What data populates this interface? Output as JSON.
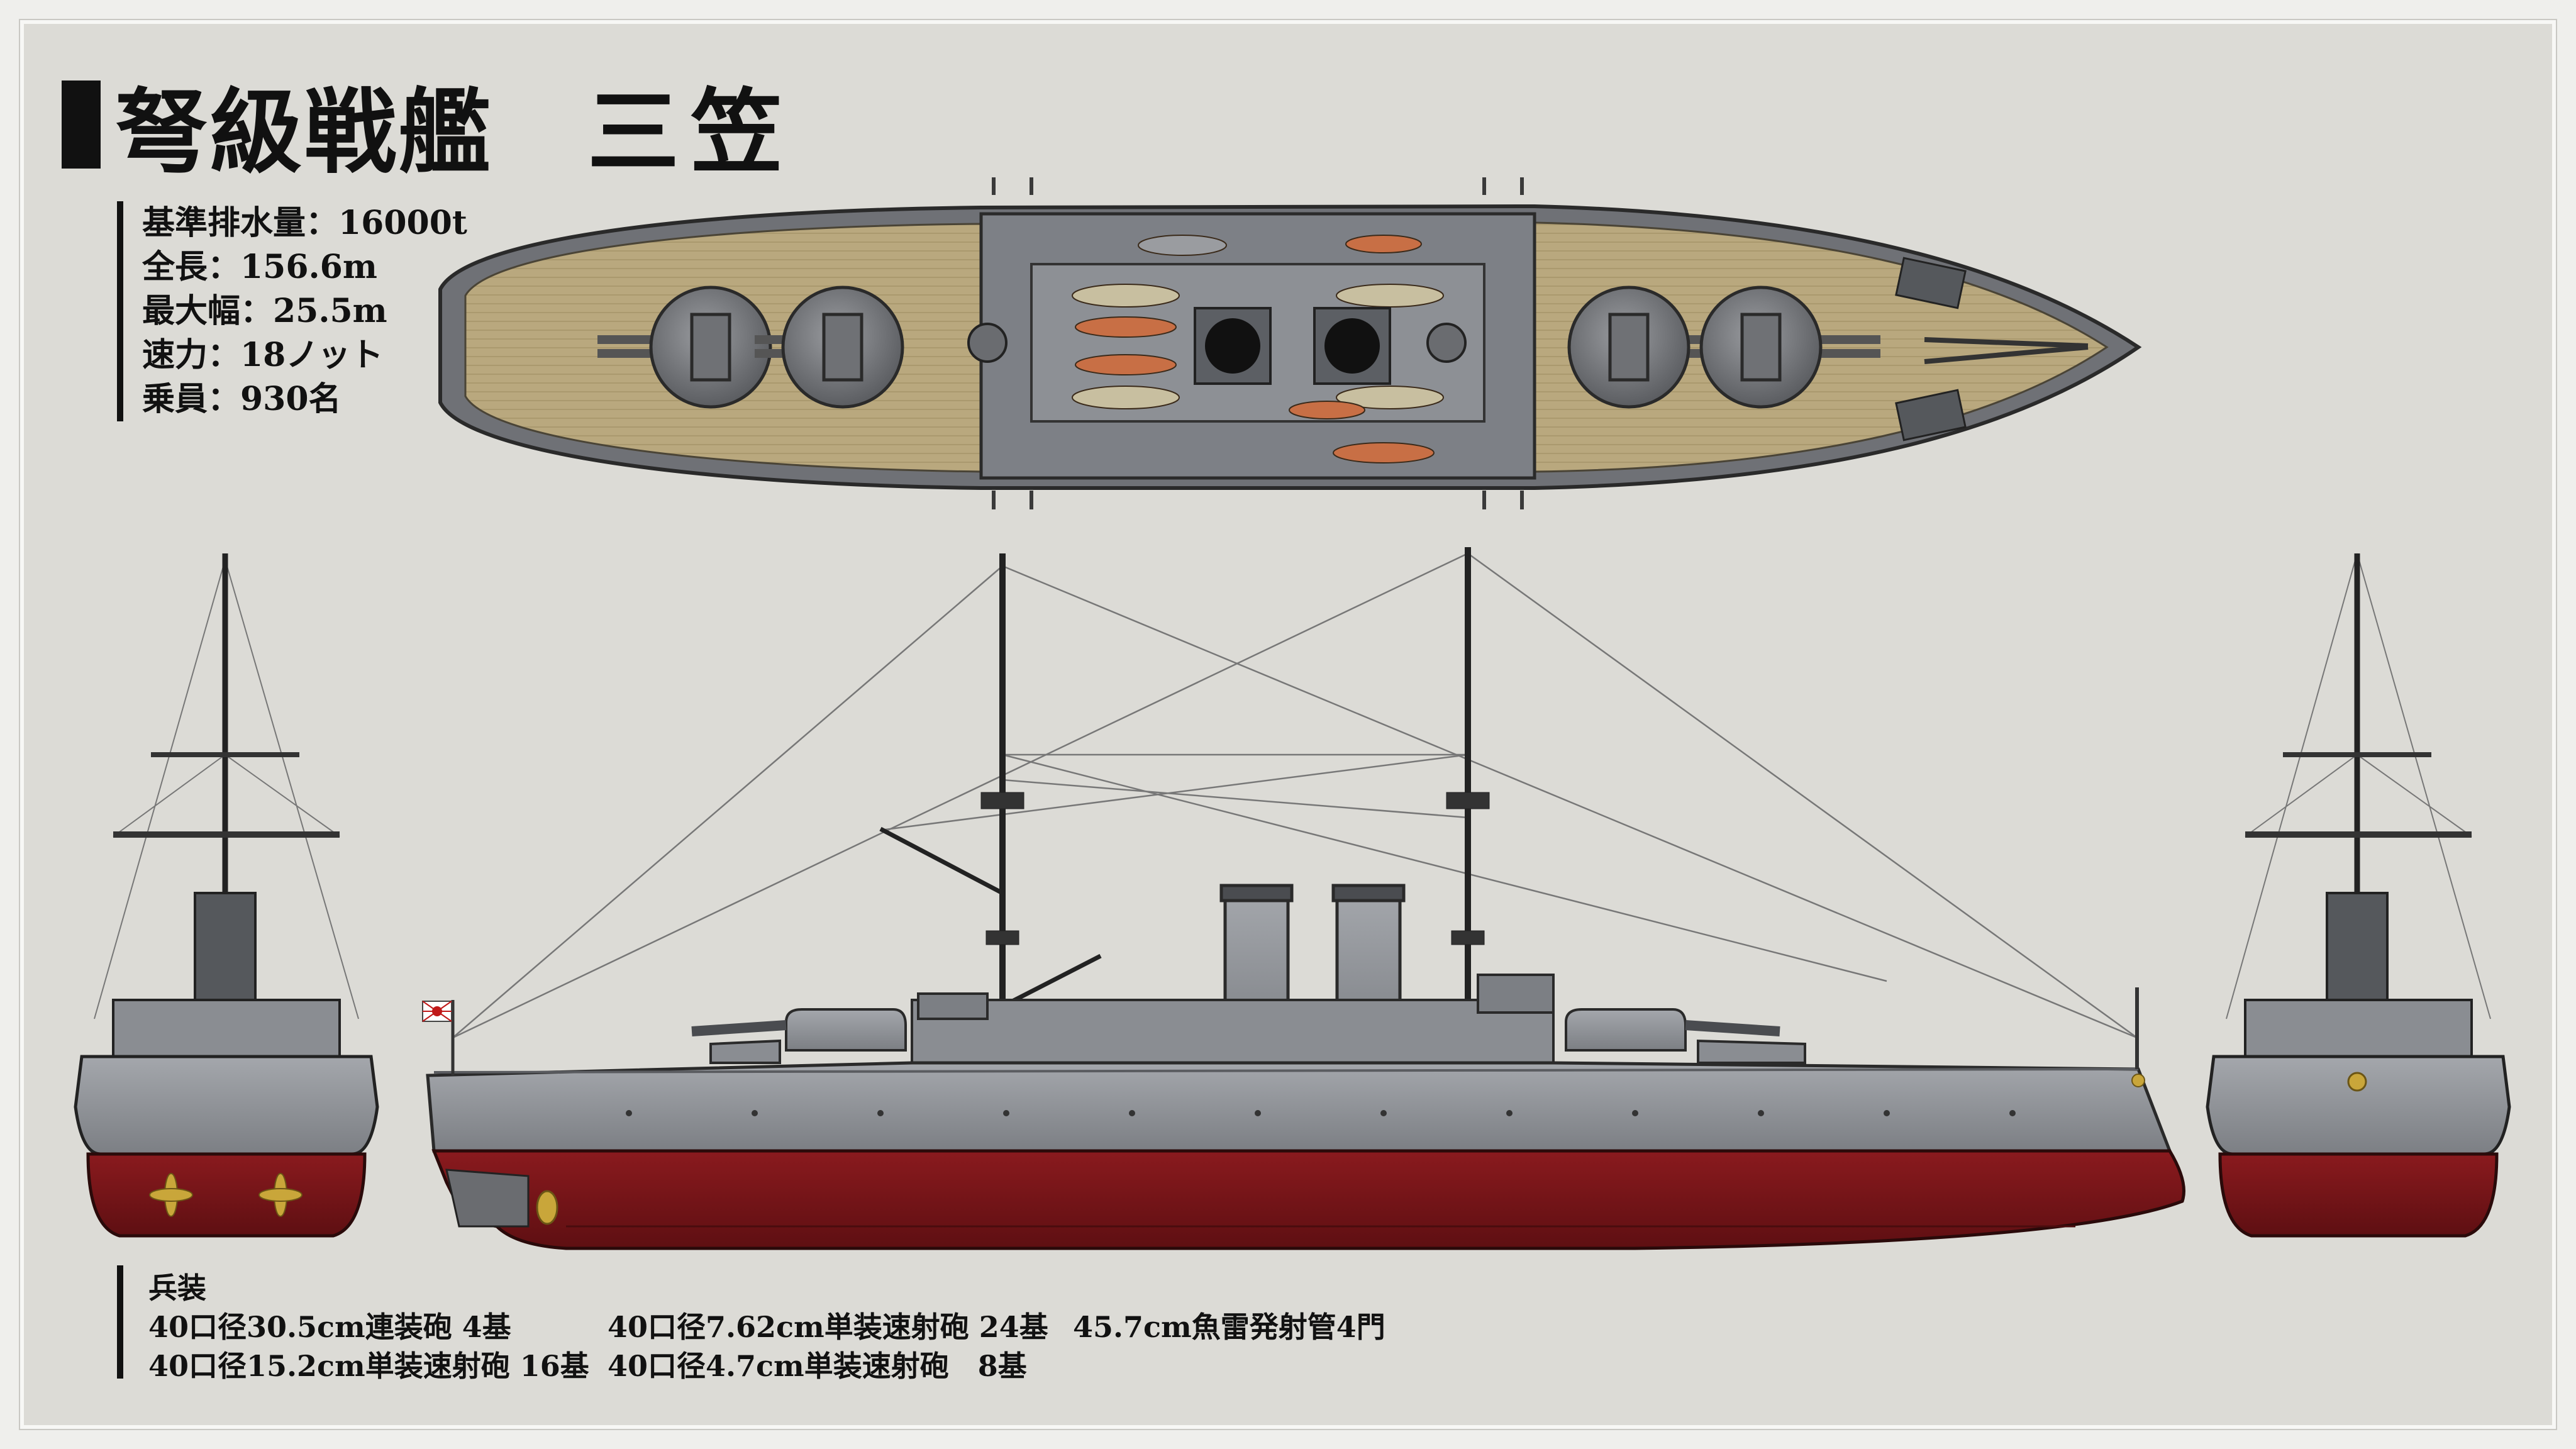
{
  "title": {
    "class_name": "弩級戦艦",
    "ship_name": "三笠"
  },
  "specs": [
    "基準排水量：16000t",
    "全長：156.6m",
    "最大幅：25.5m",
    "速力：18ノット",
    "乗員：930名"
  ],
  "armament": {
    "heading": "兵装",
    "items": [
      "40口径30.5cm連装砲 4基",
      "40口径7.62cm単装速射砲 24基",
      "45.7cm魚雷発射管4門",
      "40口径15.2cm単装速射砲 16基",
      "40口径4.7cm単装速射砲　8基"
    ]
  },
  "colors": {
    "background": "#dcdbd6",
    "hull_gray": "#8e9196",
    "hull_red": "#7a1418",
    "deck_wood": "#b6a57c",
    "ink": "#111111"
  }
}
